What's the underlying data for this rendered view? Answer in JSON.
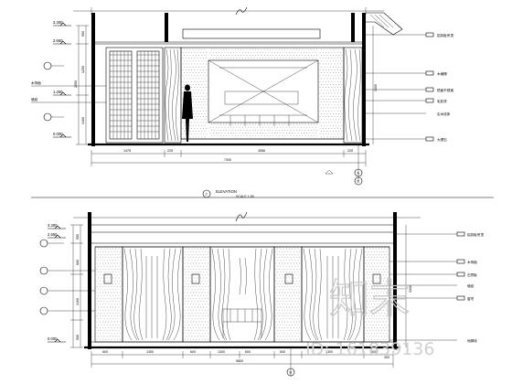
{
  "title": {
    "text": "ELEVATION",
    "scale_note": "SCALE 1:50",
    "marker_number": "3"
  },
  "upper_elevation": {
    "levels": [
      "3.300",
      "2.650",
      "1.250",
      "0.000"
    ],
    "vertical_dims": [
      "550",
      "2650",
      "1250",
      "1400",
      "3300"
    ],
    "horizontal_dims": [
      "1475",
      "225",
      "4556",
      "225",
      "7300"
    ],
    "grid_markers": [
      "A",
      "B"
    ],
    "leader_labels": [
      "木饰面",
      "墙纸",
      "铝扣板吊顶",
      "木格栅",
      "镜面不锈钢",
      "乳胶漆",
      "实木线条",
      "大理石"
    ]
  },
  "lower_elevation": {
    "levels": [
      "3.300",
      "2.650",
      "0.000"
    ],
    "vertical_dims": [
      "550",
      "600",
      "1400",
      "500",
      "3300"
    ],
    "horizontal_dims": [
      "600",
      "1300",
      "600",
      "1300",
      "600",
      "500",
      "1300",
      "600",
      "300",
      "9800"
    ],
    "grid_markers": [
      "B"
    ],
    "leader_labels": [
      "铝扣板吊顶",
      "木饰面",
      "石膏板",
      "墙纸",
      "窗帘",
      "地脚线"
    ]
  },
  "watermark": {
    "logo_text": "知末",
    "id_text": "ID: 161839136"
  },
  "colors": {
    "line": "#000000",
    "watermark": "#c8c8c8"
  }
}
